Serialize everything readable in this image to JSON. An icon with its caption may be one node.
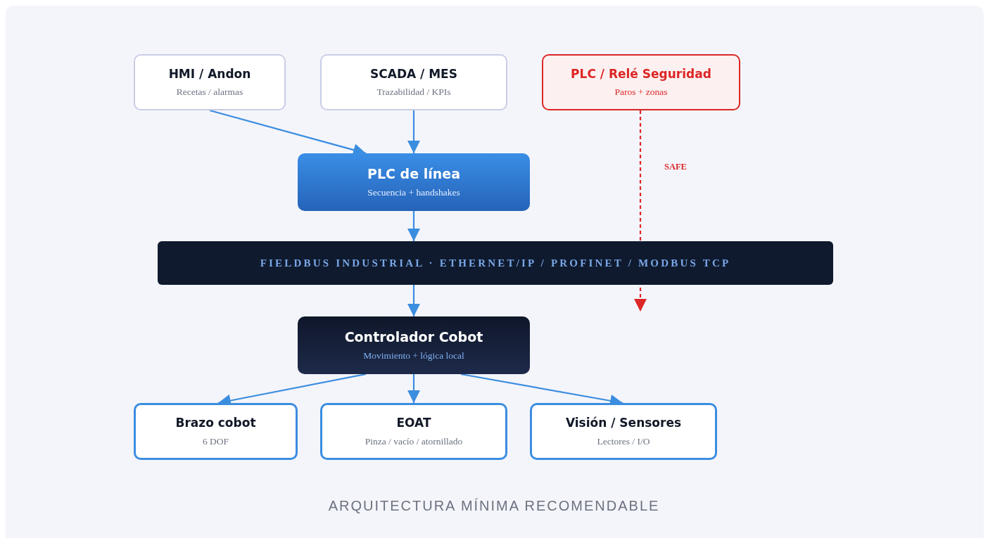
{
  "diagram": {
    "caption": "ARQUITECTURA MÍNIMA RECOMENDABLE",
    "nodes": [
      {
        "text": [
          "HMI / Andon",
          "Recetas / alarmas"
        ]
      },
      {
        "text": [
          "SCADA / MES",
          "Trazabilidad / KPIs"
        ]
      },
      {
        "text": [
          "PLC / Relé Seguridad",
          "Paros + zonas"
        ]
      },
      {
        "text": [
          "PLC de línea",
          "Secuencia + handshakes"
        ]
      },
      {
        "text": [
          "FIELDBUS INDUSTRIAL · ETHERNET/IP / PROFINET / MODBUS TCP"
        ]
      },
      {
        "text": [
          "Controlador Cobot",
          "Movimiento + lógica local"
        ]
      },
      {
        "text": [
          "Brazo cobot",
          "6 DOF"
        ]
      },
      {
        "text": [
          "EOAT",
          "Pinza / vacío / atornillado"
        ]
      },
      {
        "text": [
          "Visión / Sensores",
          "Lectores / I/O"
        ]
      }
    ],
    "edges": [
      {
        "from": 0,
        "to": 3,
        "arrow": "to"
      },
      {
        "from": 1,
        "to": 3,
        "arrow": "to"
      },
      {
        "from": 3,
        "to": 4,
        "arrow": "to"
      },
      {
        "from": 4,
        "to": 5,
        "arrow": "to"
      },
      {
        "from": 5,
        "to": 6,
        "arrow": "to"
      },
      {
        "from": 5,
        "to": 7,
        "arrow": "to"
      },
      {
        "from": 5,
        "to": 8,
        "arrow": "to"
      },
      {
        "from": 2,
        "to": null,
        "arrow": "to",
        "label": "SAFE",
        "style": "dashed",
        "color": "#dc2626"
      }
    ]
  }
}
